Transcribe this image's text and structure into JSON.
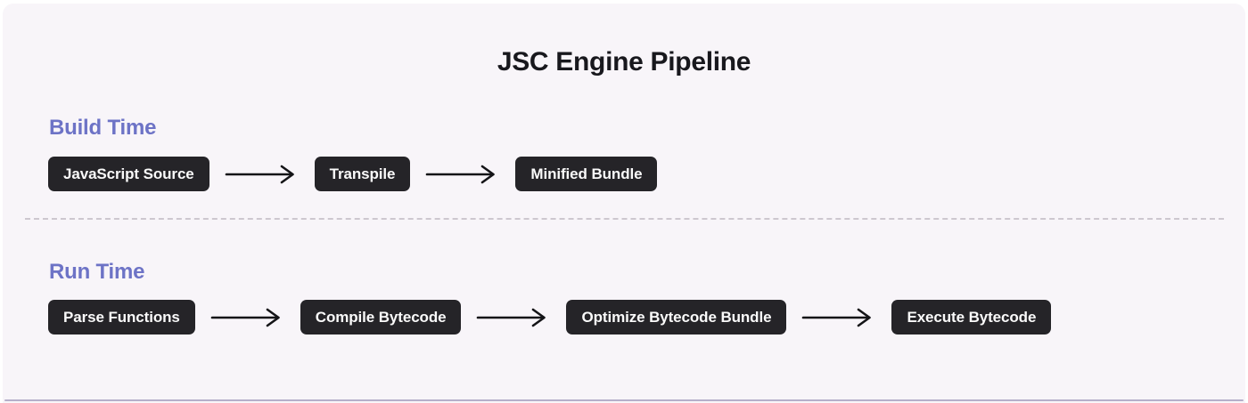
{
  "title": "JSC Engine Pipeline",
  "sections": [
    {
      "label": "Build Time",
      "nodes": [
        "JavaScript Source",
        "Transpile",
        "Minified Bundle"
      ]
    },
    {
      "label": "Run Time",
      "nodes": [
        "Parse Functions",
        "Compile Bytecode",
        "Optimize Bytecode Bundle",
        "Execute Bytecode"
      ]
    }
  ],
  "colors": {
    "card_background": "#f8f5f9",
    "node_background": "#252428",
    "node_text": "#fafafa",
    "section_label": "#6d73c6",
    "title_text": "#18181d",
    "arrow": "#141417",
    "divider": "#cdc7cf",
    "bottom_edge": "#b6afca"
  }
}
